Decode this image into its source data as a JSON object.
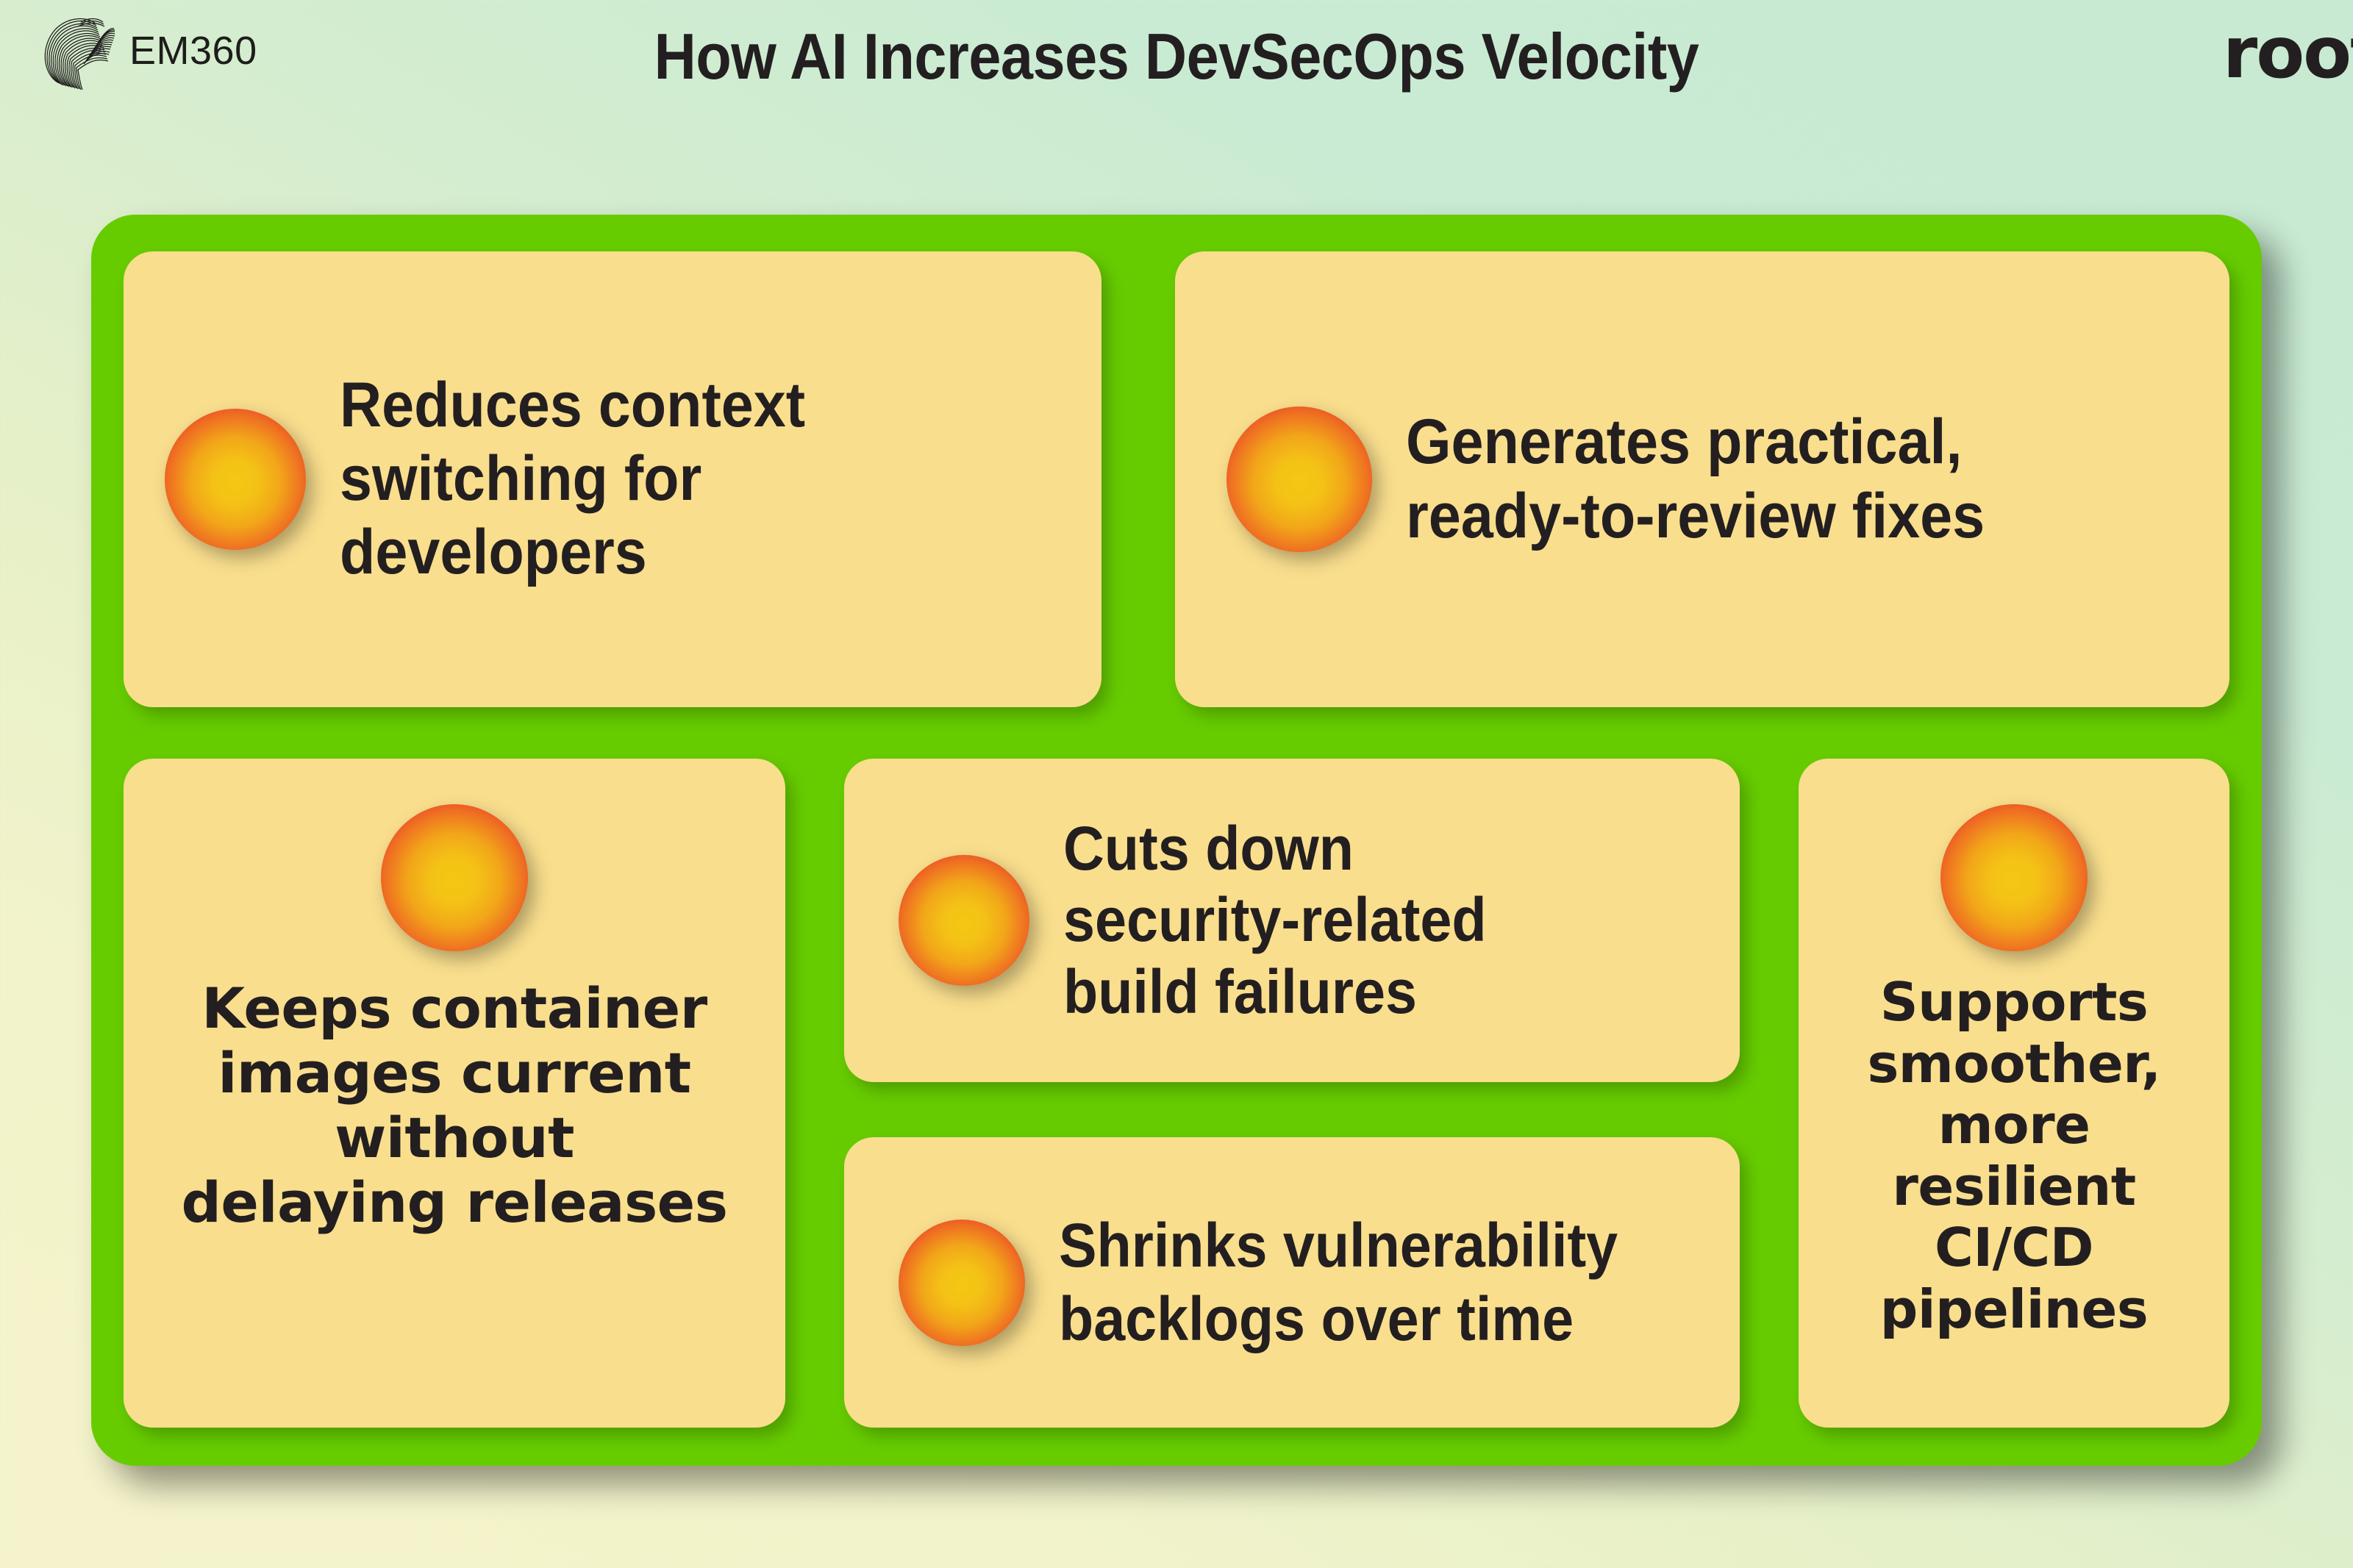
{
  "header": {
    "title": "How AI Increases DevSecOps Velocity",
    "brand_left": {
      "name": "EM360",
      "icon": "em360-fingerprint-logo"
    },
    "brand_right": {
      "name": "root"
    }
  },
  "colors": {
    "board_green": "#66CC00",
    "card_yellow": "#F9DE8D",
    "orb_center": "#F5C714",
    "orb_edge": "#E8352A",
    "text_dark": "#231F20",
    "background_top_right": "#C8EAD2",
    "background_bottom_left": "#F5F3CB"
  },
  "board": {
    "cards": [
      {
        "id": "reduces-context-switching",
        "icon": "orange-gradient-circle",
        "text": "Reduces context\nswitching for\ndevelopers",
        "layout": "icon-left"
      },
      {
        "id": "generates-practical-fixes",
        "icon": "orange-gradient-circle",
        "text": "Generates practical,\nready-to-review fixes",
        "layout": "icon-left"
      },
      {
        "id": "keeps-container-images-current",
        "icon": "orange-gradient-circle",
        "text": "Keeps container\nimages current\nwithout\ndelaying releases",
        "layout": "icon-top"
      },
      {
        "id": "cuts-down-build-failures",
        "icon": "orange-gradient-circle",
        "text": "Cuts down\nsecurity-related\nbuild failures",
        "layout": "icon-left"
      },
      {
        "id": "shrinks-vulnerability-backlogs",
        "icon": "orange-gradient-circle",
        "text": "Shrinks vulnerability\nbacklogs over time",
        "layout": "icon-left"
      },
      {
        "id": "supports-resilient-cicd",
        "icon": "orange-gradient-circle",
        "text": "Supports\nsmoother,\nmore resilient\nCI/CD\npipelines",
        "layout": "icon-top"
      }
    ]
  }
}
